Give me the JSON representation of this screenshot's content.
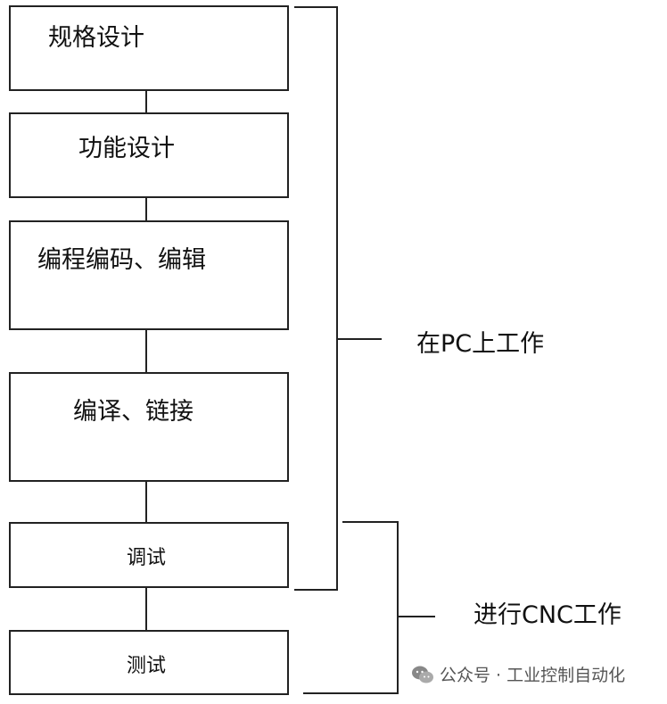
{
  "steps": [
    {
      "label": "规格设计"
    },
    {
      "label": "功能设计"
    },
    {
      "label": "编程编码、编辑"
    },
    {
      "label": "编译、链接"
    },
    {
      "label": "调试"
    },
    {
      "label": "测试"
    }
  ],
  "brackets": {
    "pc": "在PC上工作",
    "cnc": "进行CNC工作"
  },
  "watermark": {
    "text": "公众号 · 工业控制自动化",
    "icon": "wechat-icon"
  }
}
